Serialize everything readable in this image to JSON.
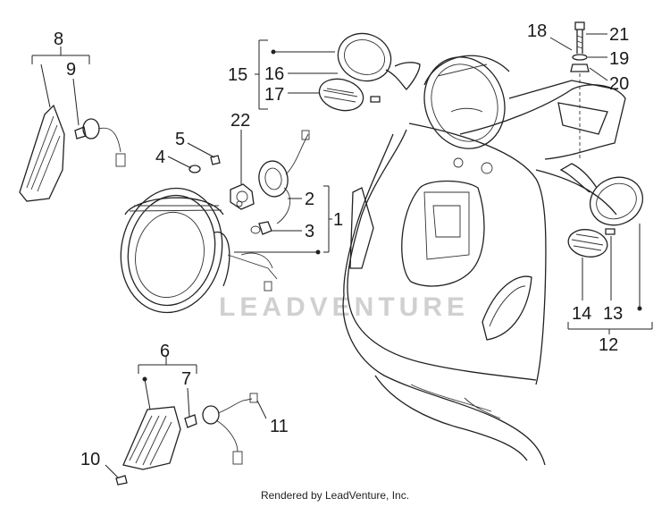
{
  "watermark": "LEADVENTURE",
  "footer": "Rendered by LeadVenture, Inc.",
  "callouts": {
    "c1": "1",
    "c2": "2",
    "c3": "3",
    "c4": "4",
    "c5": "5",
    "c6": "6",
    "c7": "7",
    "c8": "8",
    "c9": "9",
    "c10": "10",
    "c11": "11",
    "c12": "12",
    "c13": "13",
    "c14": "14",
    "c15": "15",
    "c16": "16",
    "c17": "17",
    "c18": "18",
    "c19": "19",
    "c20": "20",
    "c21": "21",
    "c22": "22"
  }
}
